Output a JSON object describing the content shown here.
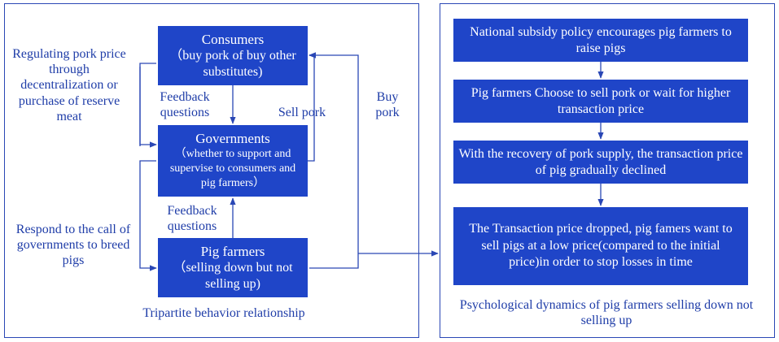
{
  "left_panel": {
    "caption": "Tripartite behavior relationship",
    "consumers": {
      "title": "Consumers",
      "desc": "（buy pork of buy other substitutes)"
    },
    "governments": {
      "title": "Governments",
      "desc_1": "（whether to support and",
      "desc_2": "supervise to consumers and",
      "desc_3": "pig farmers）"
    },
    "pig_farmers": {
      "title": "Pig farmers",
      "desc_1": "（selling down but not",
      "desc_2": "selling up)"
    },
    "labels": {
      "regulating": "Regulating pork price through decentralization or purchase of reserve meat",
      "feedback_top": "Feedback questions",
      "sell_pork": "Sell pork",
      "buy_pork": "Buy pork",
      "feedback_bottom": "Feedback questions",
      "respond": "Respond to the call of governments to breed pigs"
    }
  },
  "right_panel": {
    "caption": "Psychological dynamics of pig farmers selling down not selling up",
    "steps": [
      "National subsidy policy encourages pig farmers to raise pigs",
      "Pig farmers Choose to sell pork or wait for higher transaction price",
      "With the recovery of pork supply, the transaction price of pig gradually declined",
      "The Transaction price dropped, pig famers want to sell pigs at a low price(compared to the initial price)in order to stop losses in time"
    ]
  },
  "colors": {
    "box_fill": "#1f45c8",
    "line": "#2a47b5",
    "text": "#1f3da8"
  }
}
